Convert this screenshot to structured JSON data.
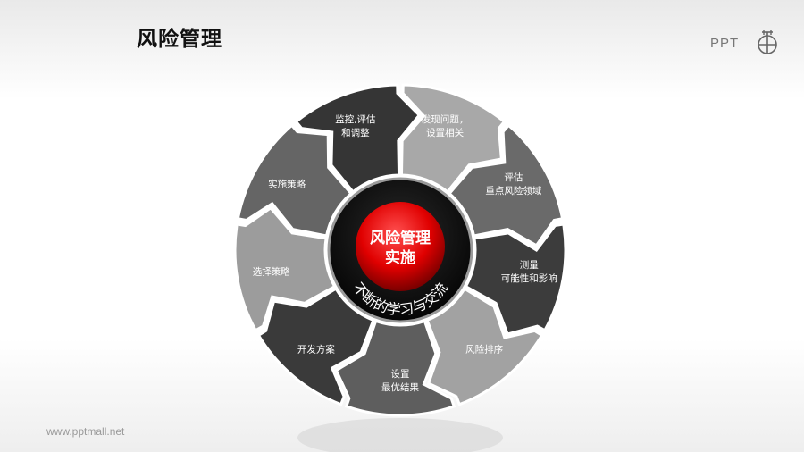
{
  "header": {
    "title": "风险管理",
    "logo_text": "PPT"
  },
  "footer": {
    "url": "www.pptmall.net"
  },
  "center": {
    "title": "风险管理\n实施",
    "ring_text": "不断的学习与交流",
    "color": "#e00000"
  },
  "segments": [
    {
      "label": "发现问题，\n设置相关",
      "fill": "#a8a8a8"
    },
    {
      "label": "评估\n重点风险领域",
      "fill": "#6a6a6a"
    },
    {
      "label": "测量\n可能性和影响",
      "fill": "#3c3c3c"
    },
    {
      "label": "风险排序",
      "fill": "#a2a2a2"
    },
    {
      "label": "设置\n最优结果",
      "fill": "#5e5e5e"
    },
    {
      "label": "开发方案",
      "fill": "#3a3a3a"
    },
    {
      "label": "选择策略",
      "fill": "#9c9c9c"
    },
    {
      "label": "实施策略",
      "fill": "#656565"
    },
    {
      "label": "监控,评估\n和调整",
      "fill": "#353535"
    }
  ]
}
